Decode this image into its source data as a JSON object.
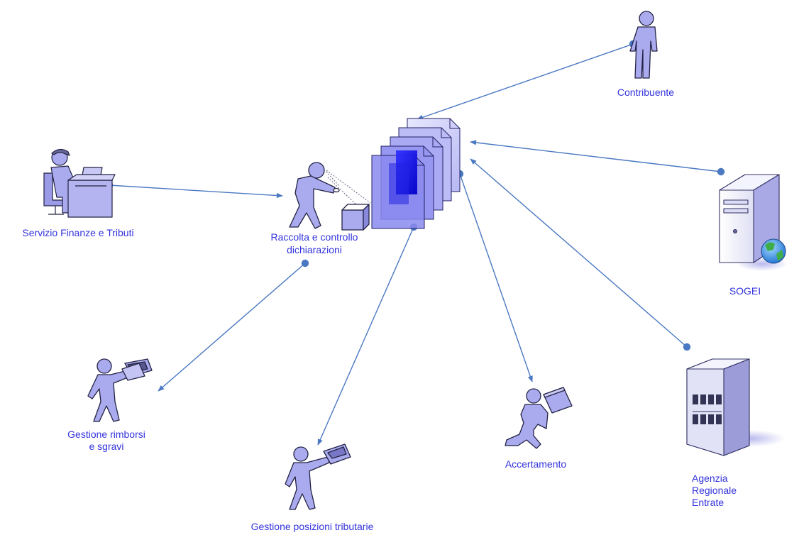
{
  "diagram": {
    "colors": {
      "line": "#4a78c2",
      "text": "#3333dd",
      "figure_fill": "#aaaaee",
      "figure_stroke": "#222244"
    },
    "nodes": {
      "contribuente": {
        "label": "Contribuente",
        "icon": "person-icon"
      },
      "servizio": {
        "label": "Servizio Finanze e Tributi",
        "icon": "office-worker-icon"
      },
      "raccolta": {
        "label_line1": "Raccolta e controllo",
        "label_line2": "dichiarazioni",
        "icon": "person-inspecting-box-icon"
      },
      "documenti": {
        "icon": "document-stack-icon"
      },
      "sogei": {
        "label": "SOGEI",
        "icon": "server-globe-icon"
      },
      "rimborsi": {
        "label_line1": "Gestione rimborsi",
        "label_line2": "e sgravi",
        "icon": "person-with-money-icon"
      },
      "posizioni": {
        "label": "Gestione posizioni tributarie",
        "icon": "person-with-card-icon"
      },
      "accertamento": {
        "label": "Accertamento",
        "icon": "person-carrying-package-icon"
      },
      "agenzia": {
        "label_line1": "Agenzia",
        "label_line2": "Regionale",
        "label_line3": "Entrate",
        "icon": "office-building-icon"
      }
    }
  }
}
